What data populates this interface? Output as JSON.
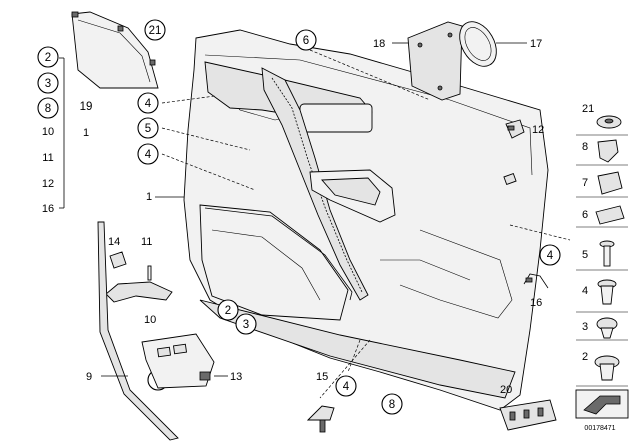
{
  "diagram": {
    "reference_code": "00178471",
    "callouts": {
      "left_group": [
        "2",
        "3",
        "8",
        "10",
        "11",
        "12",
        "16"
      ],
      "c19": "19",
      "c1_left": "1",
      "c21_top": "21",
      "c6": "6",
      "c18": "18",
      "c17": "17",
      "c4a": "4",
      "c5": "5",
      "c4b": "4",
      "c1_panel": "1",
      "c12": "12",
      "c14": "14",
      "c11": "11",
      "c10": "10",
      "c9": "9",
      "c7": "7",
      "c13": "13",
      "c2": "2",
      "c3": "3",
      "c15": "15",
      "c4c": "4",
      "c8": "8",
      "c20": "20",
      "c4d": "4",
      "c16": "16"
    },
    "legend_numbers": [
      "21",
      "8",
      "7",
      "6",
      "5",
      "4",
      "3",
      "2"
    ]
  }
}
